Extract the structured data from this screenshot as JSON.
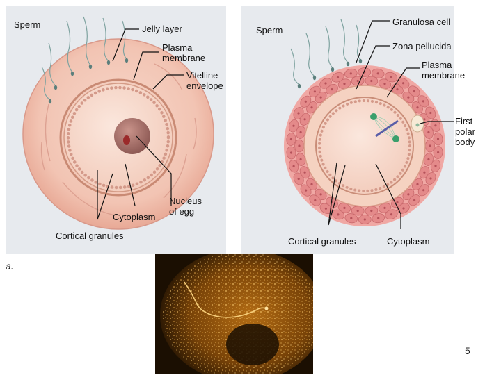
{
  "left_diagram": {
    "labels": {
      "sperm": "Sperm",
      "jelly_layer": "Jelly layer",
      "plasma_membrane": "Plasma membrane",
      "vitelline_envelope": "Vitelline envelope",
      "nucleus_of_egg": "Nucleus of egg",
      "cytoplasm": "Cytoplasm",
      "cortical_granules": "Cortical granules"
    }
  },
  "right_diagram": {
    "labels": {
      "sperm": "Sperm",
      "granulosa_cell": "Granulosa cell",
      "zona_pellucida": "Zona pellucida",
      "plasma_membrane": "Plasma membrane",
      "first_polar_body": "First polar body",
      "cortical_granules": "Cortical granules",
      "cytoplasm": "Cytoplasm"
    }
  },
  "figure_letter": "a.",
  "slide_number": "5",
  "colors": {
    "panel_bg": "#e7eaee",
    "jelly_layer": "#f3c9b9",
    "egg_cytoplasm": "#f8ddd0",
    "granulosa_cell": "#e48a8a",
    "photo_bg": "#1b0f02",
    "photo_glow": "#e09a25"
  }
}
